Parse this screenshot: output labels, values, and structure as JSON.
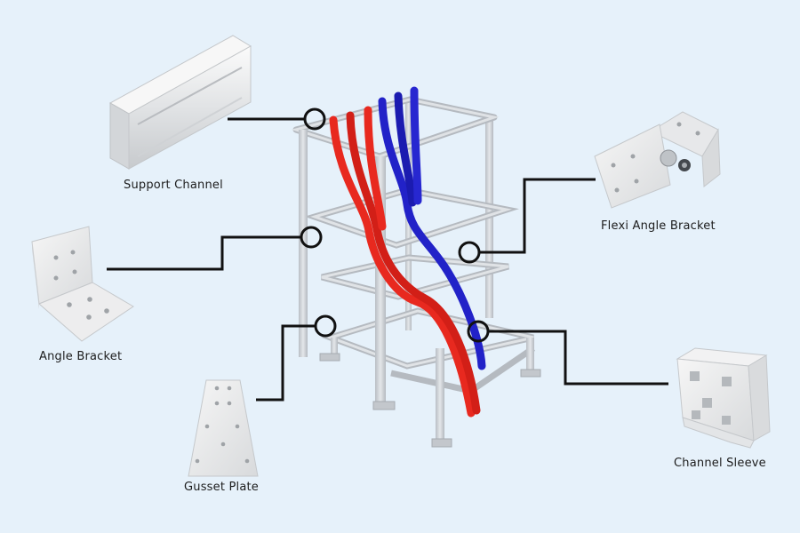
{
  "labels": {
    "support_channel": "Support Channel",
    "flexi_angle_bracket": "Flexi Angle Bracket",
    "angle_bracket": "Angle Bracket",
    "gusset_plate": "Gusset Plate",
    "channel_sleeve": "Channel Sleeve"
  },
  "colors": {
    "background": "#e6f1fa",
    "frame": "#c9ced4",
    "pipe_red": "#e8291f",
    "pipe_blue": "#2222c8",
    "callout": "#111111"
  }
}
